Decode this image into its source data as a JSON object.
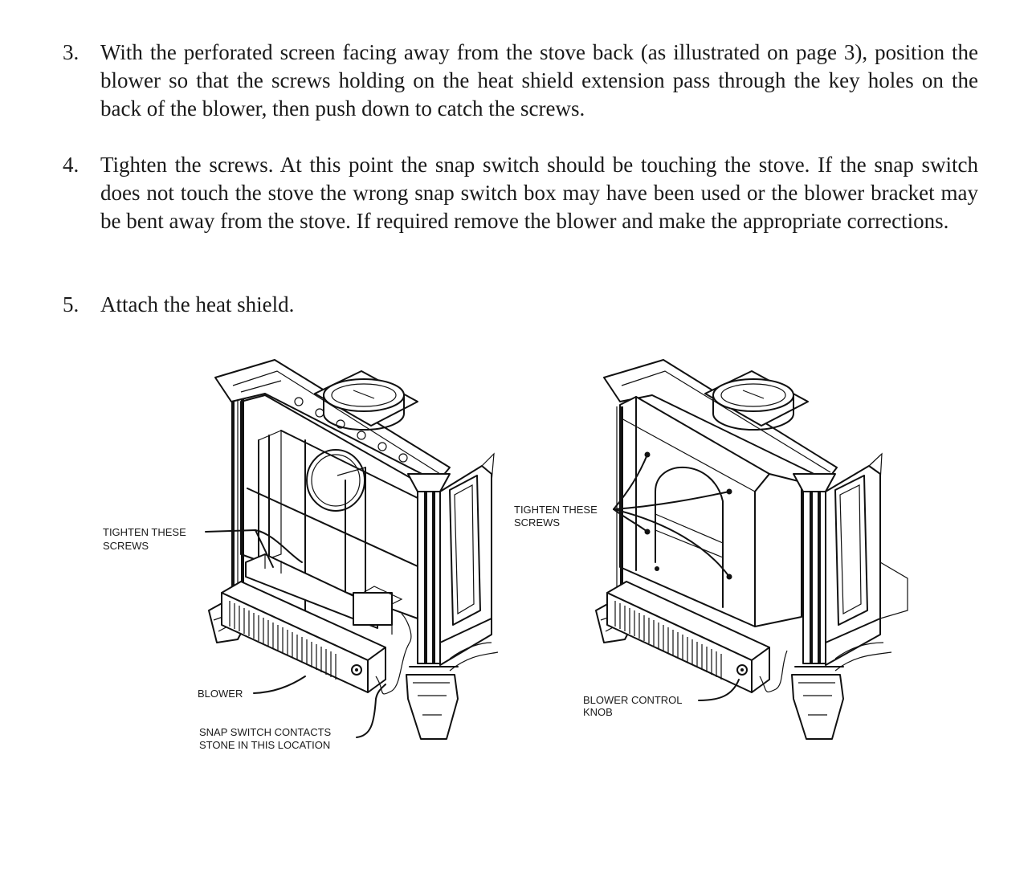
{
  "steps": [
    {
      "number": "3.",
      "text": "With the perforated screen facing away from the stove back (as illustrated on page 3), position the blower so that the screws holding on the heat shield extension pass through the key holes on the back of the blower, then push down to catch the screws."
    },
    {
      "number": "4.",
      "text": "Tighten the screws. At this point the snap switch should be touching the stove. If the snap switch does not touch the stove the wrong snap switch box may have been used or the blower bracket may be bent away from the stove. If required remove the blower and make the appropriate corrections."
    },
    {
      "number": "5.",
      "text": "Attach the heat shield."
    }
  ],
  "figure_left": {
    "callout_screws_line1": "TIGHTEN THESE",
    "callout_screws_line2": "SCREWS",
    "callout_blower": "BLOWER",
    "callout_snap_line1": "SNAP SWITCH CONTACTS",
    "callout_snap_line2": "STONE IN THIS LOCATION"
  },
  "figure_right": {
    "callout_screws_line1": "TIGHTEN THESE",
    "callout_screws_line2": "SCREWS",
    "callout_knob_line1": "BLOWER CONTROL",
    "callout_knob_line2": "KNOB"
  }
}
